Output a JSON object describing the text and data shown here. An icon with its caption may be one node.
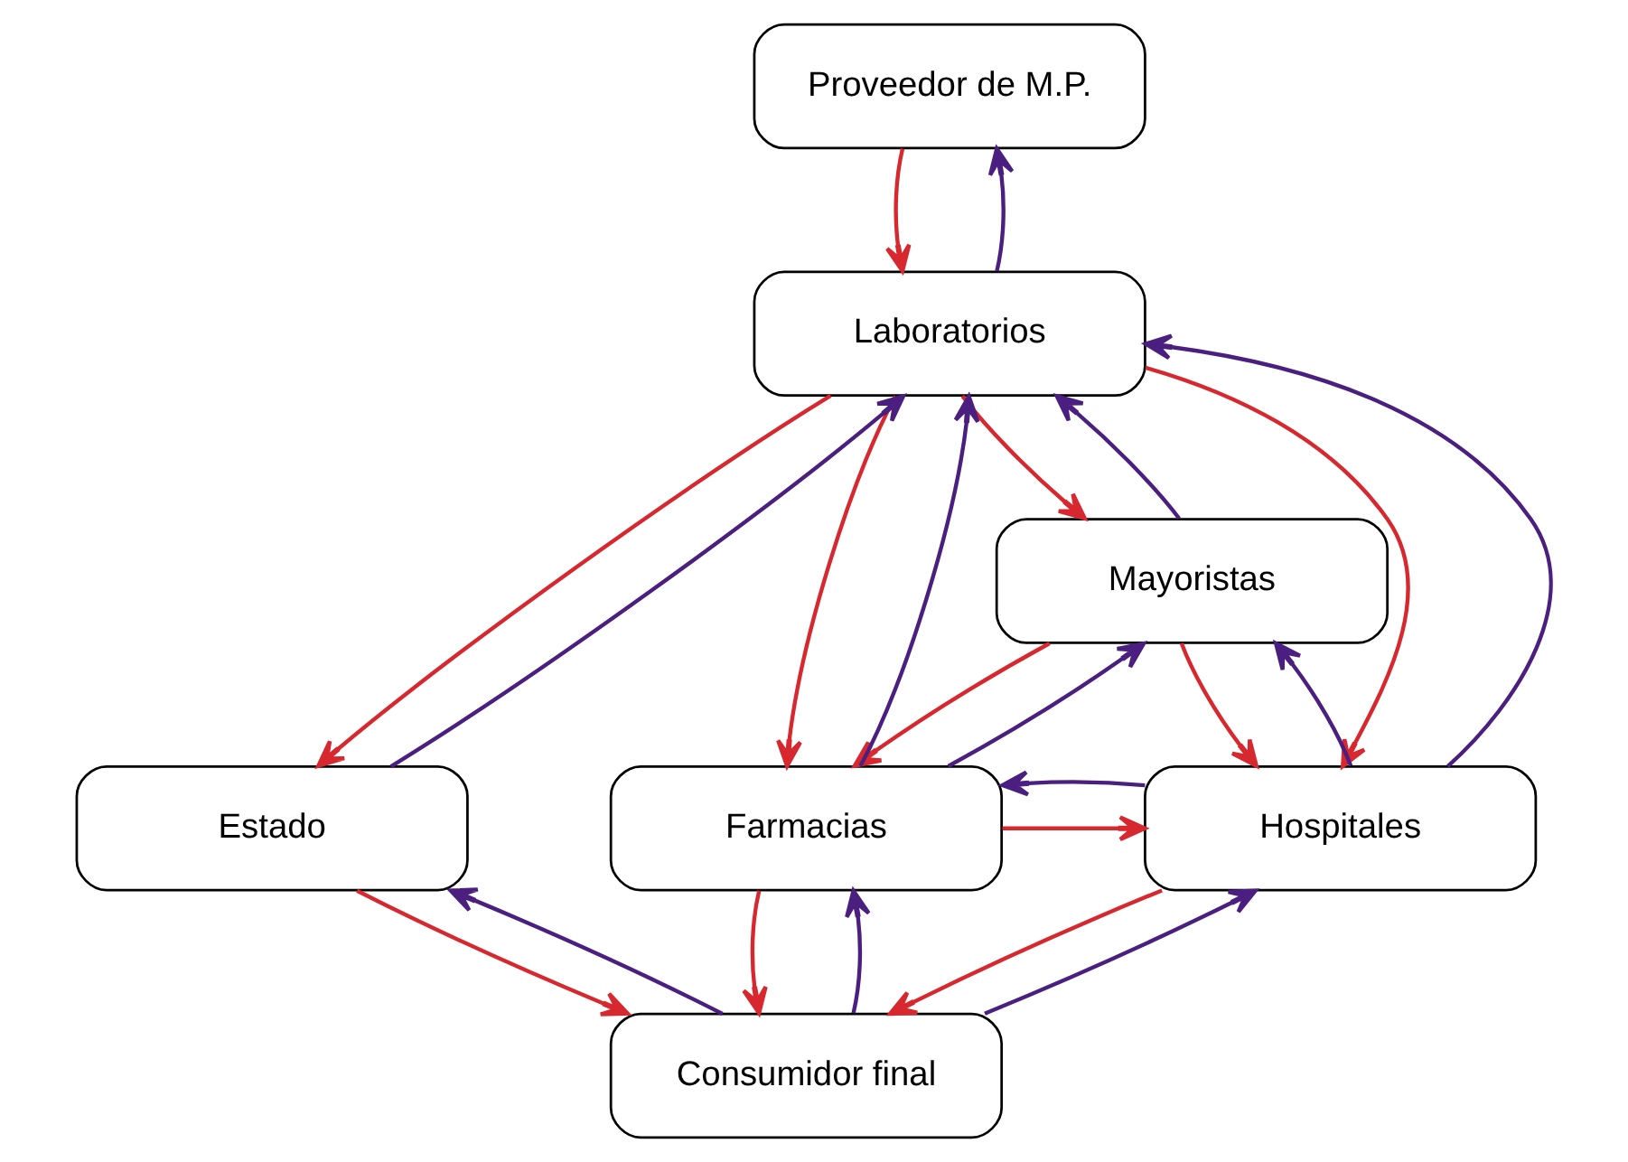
{
  "diagram": {
    "nodes": [
      {
        "text": [
          "Proveedor de M.P."
        ]
      },
      {
        "text": [
          "Laboratorios"
        ]
      },
      {
        "text": [
          "Mayoristas"
        ]
      },
      {
        "text": [
          "Estado"
        ]
      },
      {
        "text": [
          "Farmacias"
        ]
      },
      {
        "text": [
          "Hospitales"
        ]
      },
      {
        "text": [
          "Consumidor final"
        ]
      }
    ],
    "edges": [
      {
        "from": 0,
        "to": 1,
        "arrow": "to",
        "color": "#d7282f"
      },
      {
        "from": 1,
        "to": 0,
        "arrow": "to",
        "color": "#4b1f7f"
      },
      {
        "from": 1,
        "to": 2,
        "arrow": "to",
        "color": "#d7282f"
      },
      {
        "from": 2,
        "to": 1,
        "arrow": "to",
        "color": "#4b1f7f"
      },
      {
        "from": 1,
        "to": 3,
        "arrow": "to",
        "color": "#d7282f"
      },
      {
        "from": 1,
        "to": 4,
        "arrow": "to",
        "color": "#d7282f"
      },
      {
        "from": 1,
        "to": 5,
        "arrow": "to",
        "color": "#d7282f"
      },
      {
        "from": 3,
        "to": 1,
        "arrow": "to",
        "color": "#4b1f7f"
      },
      {
        "from": 4,
        "to": 1,
        "arrow": "to",
        "color": "#4b1f7f"
      },
      {
        "from": 5,
        "to": 1,
        "arrow": "to",
        "color": "#4b1f7f"
      },
      {
        "from": 2,
        "to": 4,
        "arrow": "to",
        "color": "#d7282f"
      },
      {
        "from": 4,
        "to": 2,
        "arrow": "to",
        "color": "#4b1f7f"
      },
      {
        "from": 2,
        "to": 5,
        "arrow": "to",
        "color": "#d7282f"
      },
      {
        "from": 5,
        "to": 2,
        "arrow": "to",
        "color": "#4b1f7f"
      },
      {
        "from": 4,
        "to": 5,
        "arrow": "to",
        "color": "#d7282f"
      },
      {
        "from": 5,
        "to": 4,
        "arrow": "to",
        "color": "#4b1f7f"
      },
      {
        "from": 4,
        "to": 6,
        "arrow": "to",
        "color": "#d7282f"
      },
      {
        "from": 6,
        "to": 4,
        "arrow": "to",
        "color": "#4b1f7f"
      },
      {
        "from": 3,
        "to": 6,
        "arrow": "to",
        "color": "#d7282f"
      },
      {
        "from": 6,
        "to": 3,
        "arrow": "to",
        "color": "#4b1f7f"
      },
      {
        "from": 5,
        "to": 6,
        "arrow": "to",
        "color": "#d7282f"
      },
      {
        "from": 6,
        "to": 5,
        "arrow": "to",
        "color": "#4b1f7f"
      }
    ]
  }
}
